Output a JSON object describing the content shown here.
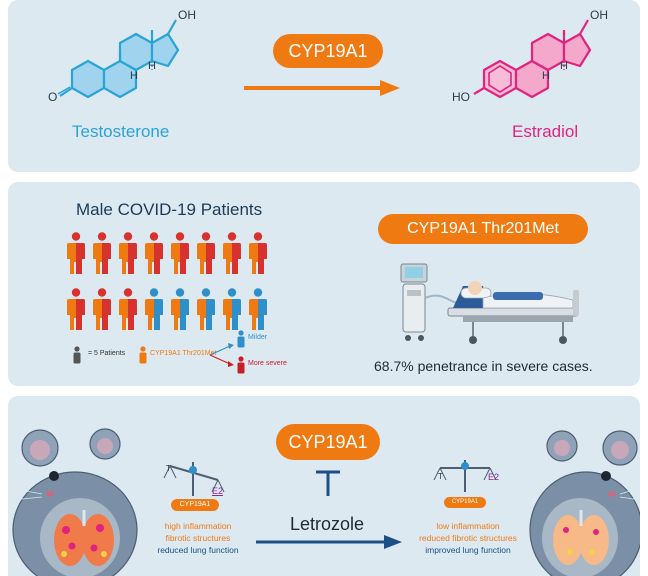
{
  "colors": {
    "panel_bg": "#dde9f1",
    "orange": "#f07a12",
    "testosterone_blue": "#2aa3d6",
    "estradiol_pink": "#e0237f",
    "navy": "#1c4f86",
    "red_figure": "#d7322e",
    "blue_figure": "#2f8fc8",
    "severe_red": "#c81e2a"
  },
  "panel1": {
    "enzyme_label": "CYP19A1",
    "substrate": {
      "name": "Testosterone",
      "oh": "OH",
      "keto": "O",
      "h1": "H",
      "h2": "H"
    },
    "product": {
      "name": "Estradiol",
      "oh_top": "OH",
      "oh_left": "HO",
      "h1": "H",
      "h2": "H"
    }
  },
  "panel2": {
    "title": "Male COVID-19 Patients",
    "variant_label": "CYP19A1 Thr201Met",
    "penetrance_text": "68.7% penetrance in severe cases.",
    "legend": {
      "patients_text": "= 5 Patients",
      "variant_text": "CYP19A1 Thr201Met",
      "milder_text": "Milder",
      "severe_text": "More severe"
    },
    "figures": {
      "row1": [
        "red",
        "red",
        "red",
        "red",
        "red",
        "red",
        "red",
        "red"
      ],
      "row2": [
        "red",
        "red",
        "red",
        "blue",
        "blue",
        "blue",
        "blue",
        "blue"
      ]
    }
  },
  "panel3": {
    "enzyme_label": "CYP19A1",
    "drug_label": "Letrozole",
    "left": {
      "scale_t": "T",
      "scale_e2": "E2",
      "scale_enzyme": "CYP19A1",
      "lines": [
        "high inflammation",
        "fibrotic structures",
        "reduced lung function"
      ]
    },
    "right": {
      "scale_t": "T",
      "scale_e2": "E2",
      "scale_enzyme": "CYP19A1",
      "lines": [
        "low inflammation",
        "reduced fibrotic structures",
        "improved lung function"
      ]
    }
  }
}
